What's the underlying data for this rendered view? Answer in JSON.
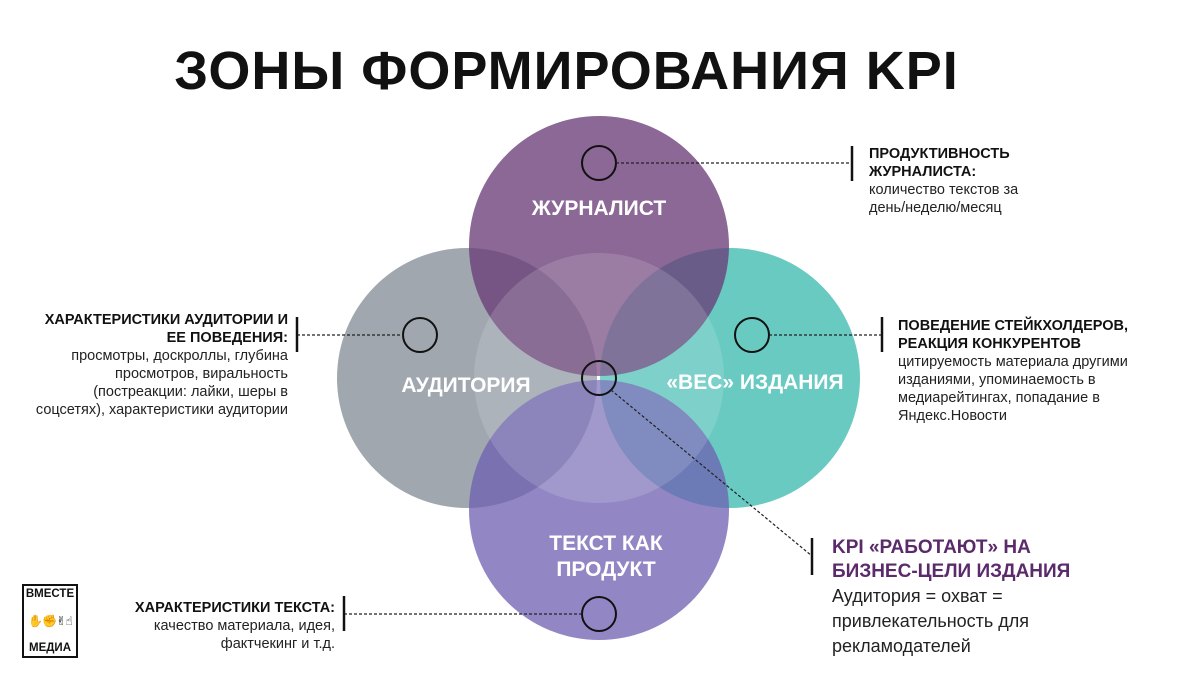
{
  "title": "ЗОНЫ ФОРМИРОВАНИЯ KPI",
  "circles": {
    "journalist": {
      "label": "ЖУРНАЛИСТ",
      "color": "#6a3d78"
    },
    "audience": {
      "label": "АУДИТОРИЯ",
      "color": "#7c8590"
    },
    "weight": {
      "label": "«ВЕС» ИЗДАНИЯ",
      "color": "#2fb5ab"
    },
    "text": {
      "label_line1": "ТЕКСТ КАК",
      "label_line2": "ПРОДУКТ",
      "color": "#6e5fb0"
    }
  },
  "annotations": {
    "productivity": {
      "heading_line1": "ПРОДУКТИВНОСТЬ",
      "heading_line2": "ЖУРНАЛИСТА:",
      "desc_line1": "количество текстов за",
      "desc_line2": "день/неделю/месяц"
    },
    "audience": {
      "heading_line1": "ХАРАКТЕРИСТИКИ АУДИТОРИИ И",
      "heading_line2": "ЕЕ ПОВЕДЕНИЯ:",
      "desc_line1": "просмотры, доскроллы, глубина",
      "desc_line2": "просмотров, виральность",
      "desc_line3": "(постреакции: лайки, шеры в",
      "desc_line4": "соцсетях), характеристики аудитории"
    },
    "stakeholders": {
      "heading_line1": "ПОВЕДЕНИЕ СТЕЙКХОЛДЕРОВ,",
      "heading_line2": "РЕАКЦИЯ КОНКУРЕНТОВ",
      "desc_line1": "цитируемость материала другими",
      "desc_line2": "изданиями, упоминаемость в",
      "desc_line3": "медиарейтингах, попадание в",
      "desc_line4": "Яндекс.Новости"
    },
    "text": {
      "heading_line1": "ХАРАКТЕРИСТИКИ ТЕКСТА:",
      "desc_line1": "качество материала, идея,",
      "desc_line2": "фактчекинг и т.д."
    },
    "kpi": {
      "heading_line1": "KPI «РАБОТАЮТ» НА",
      "heading_line2": "БИЗНЕС-ЦЕЛИ ИЗДАНИЯ",
      "desc_line1": "Аудитория = охват =",
      "desc_line2": "привлекательность для",
      "desc_line3": "рекламодателей"
    }
  },
  "logo": {
    "top": "ВМЕСТЕ",
    "middle": "✋✊✌☝",
    "bottom": "МЕДИА"
  }
}
